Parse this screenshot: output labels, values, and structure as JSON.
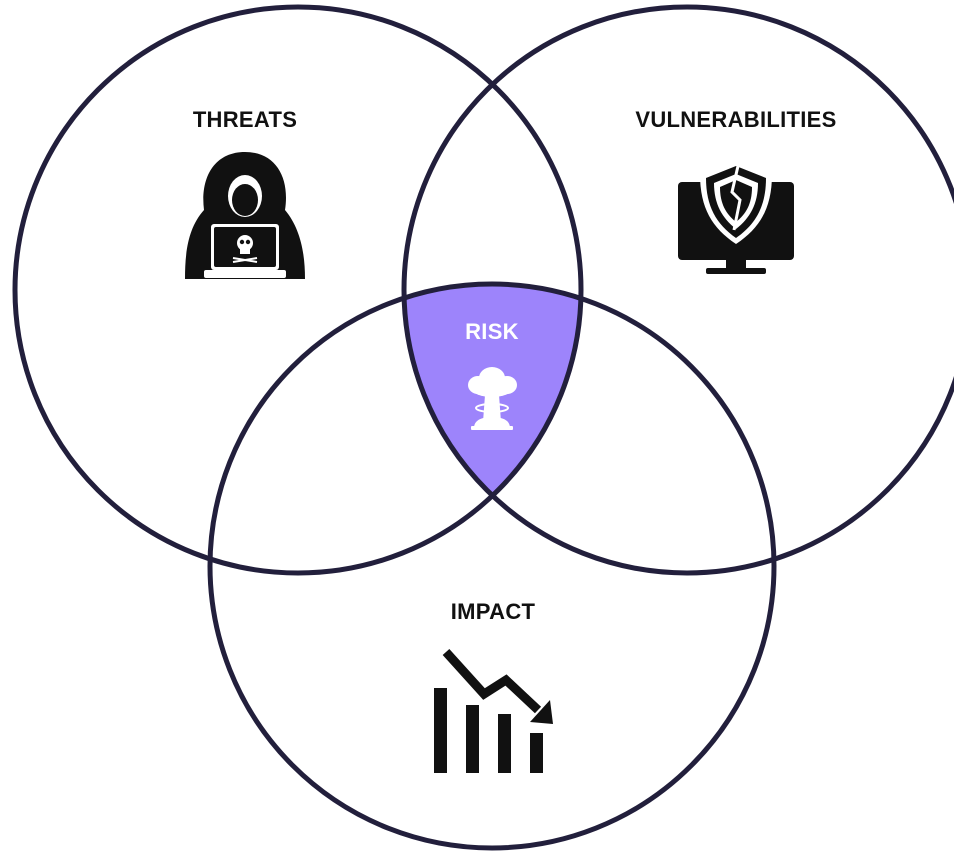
{
  "diagram": {
    "sets": [
      {
        "label": "THREATS",
        "icon": "hacker-icon"
      },
      {
        "label": "VULNERABILITIES",
        "icon": "shield-monitor-icon"
      },
      {
        "label": "IMPACT",
        "icon": "declining-chart-icon"
      }
    ],
    "intersection": {
      "label": "RISK",
      "icon": "mushroom-cloud-icon"
    },
    "colors": {
      "outline": "#221f3c",
      "risk_fill": "#9d84fb",
      "label_text": "#111111",
      "risk_text": "#ffffff"
    }
  }
}
